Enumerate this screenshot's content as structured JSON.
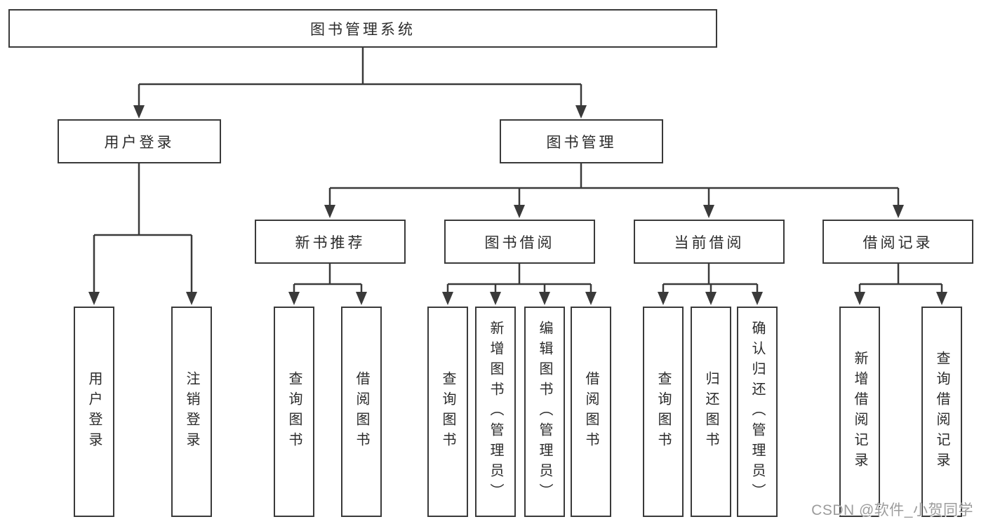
{
  "nodes": {
    "root": "图书管理系统",
    "user_login": "用户登录",
    "book_mgmt": "图书管理",
    "new_books": "新书推荐",
    "book_borrow": "图书借阅",
    "current_borrow": "当前借阅",
    "borrow_records": "借阅记录"
  },
  "leaves": {
    "user_login": [
      "用户登录",
      "注销登录"
    ],
    "new_books": [
      "查询图书",
      "借阅图书"
    ],
    "book_borrow": [
      "查询图书",
      "新增图书（管理员）",
      "编辑图书（管理员）",
      "借阅图书"
    ],
    "current_borrow": [
      "查询图书",
      "归还图书",
      "确认归还（管理员）"
    ],
    "borrow_records": [
      "新增借阅记录",
      "查询借阅记录"
    ]
  },
  "watermark": "CSDN @软件_小贺同学",
  "colors": {
    "background": "#ffffff",
    "border": "#3a3a3a",
    "line": "#3a3a3a",
    "text": "#2b2b2b",
    "watermark": "#9c9c9c"
  }
}
